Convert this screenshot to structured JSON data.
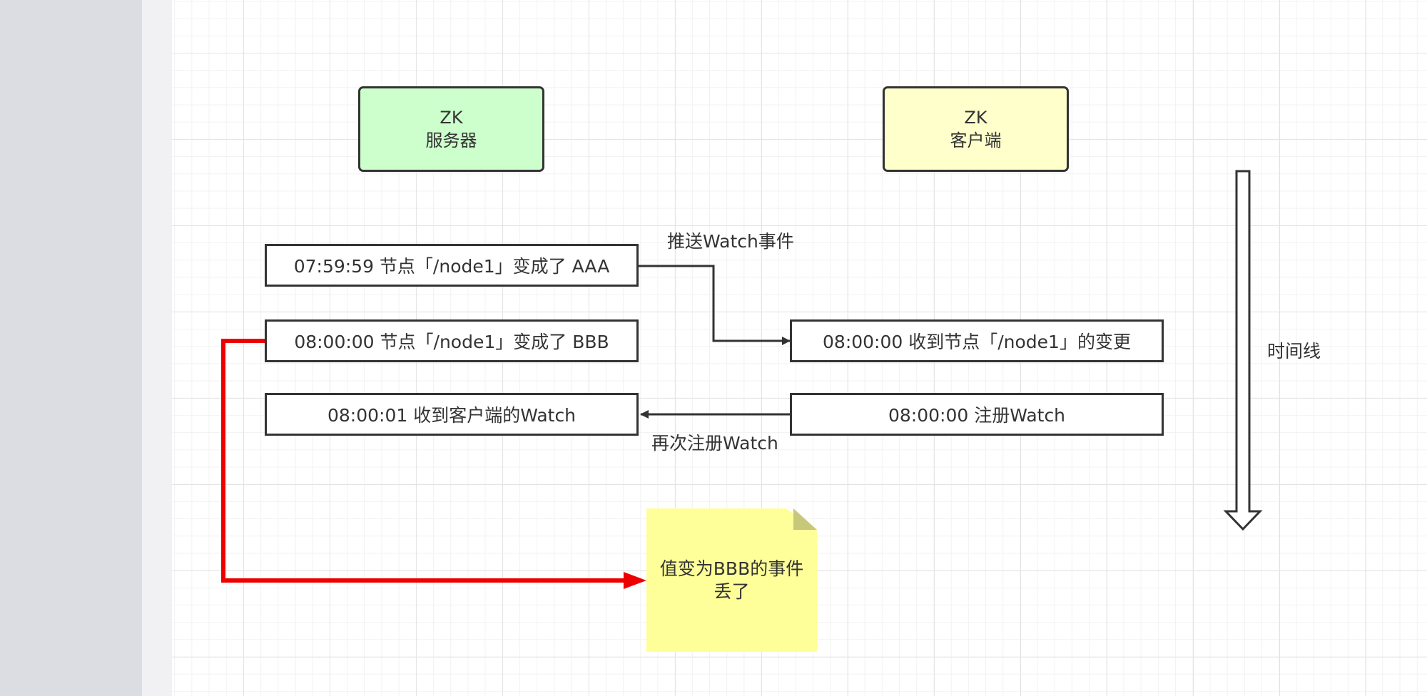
{
  "colors": {
    "server_fill": "#ccffcc",
    "client_fill": "#ffffcc",
    "stroke": "#333333",
    "lost_path": "#ee0000",
    "note_fill": "#ffff99"
  },
  "server": {
    "line1": "ZK",
    "line2": "服务器"
  },
  "client": {
    "line1": "ZK",
    "line2": "客户端"
  },
  "events": {
    "server_1": "07:59:59 节点「/node1」变成了 AAA",
    "server_2": "08:00:00 节点「/node1」变成了 BBB",
    "server_3": "08:00:01 收到客户端的Watch",
    "client_1": "08:00:00 收到节点「/node1」的变更",
    "client_2": "08:00:00 注册Watch"
  },
  "edges": {
    "push_label": "推送Watch事件",
    "reregister_label": "再次注册Watch"
  },
  "timeline": {
    "label": "时间线"
  },
  "note": {
    "text": "值变为BBB的事件丢了"
  }
}
